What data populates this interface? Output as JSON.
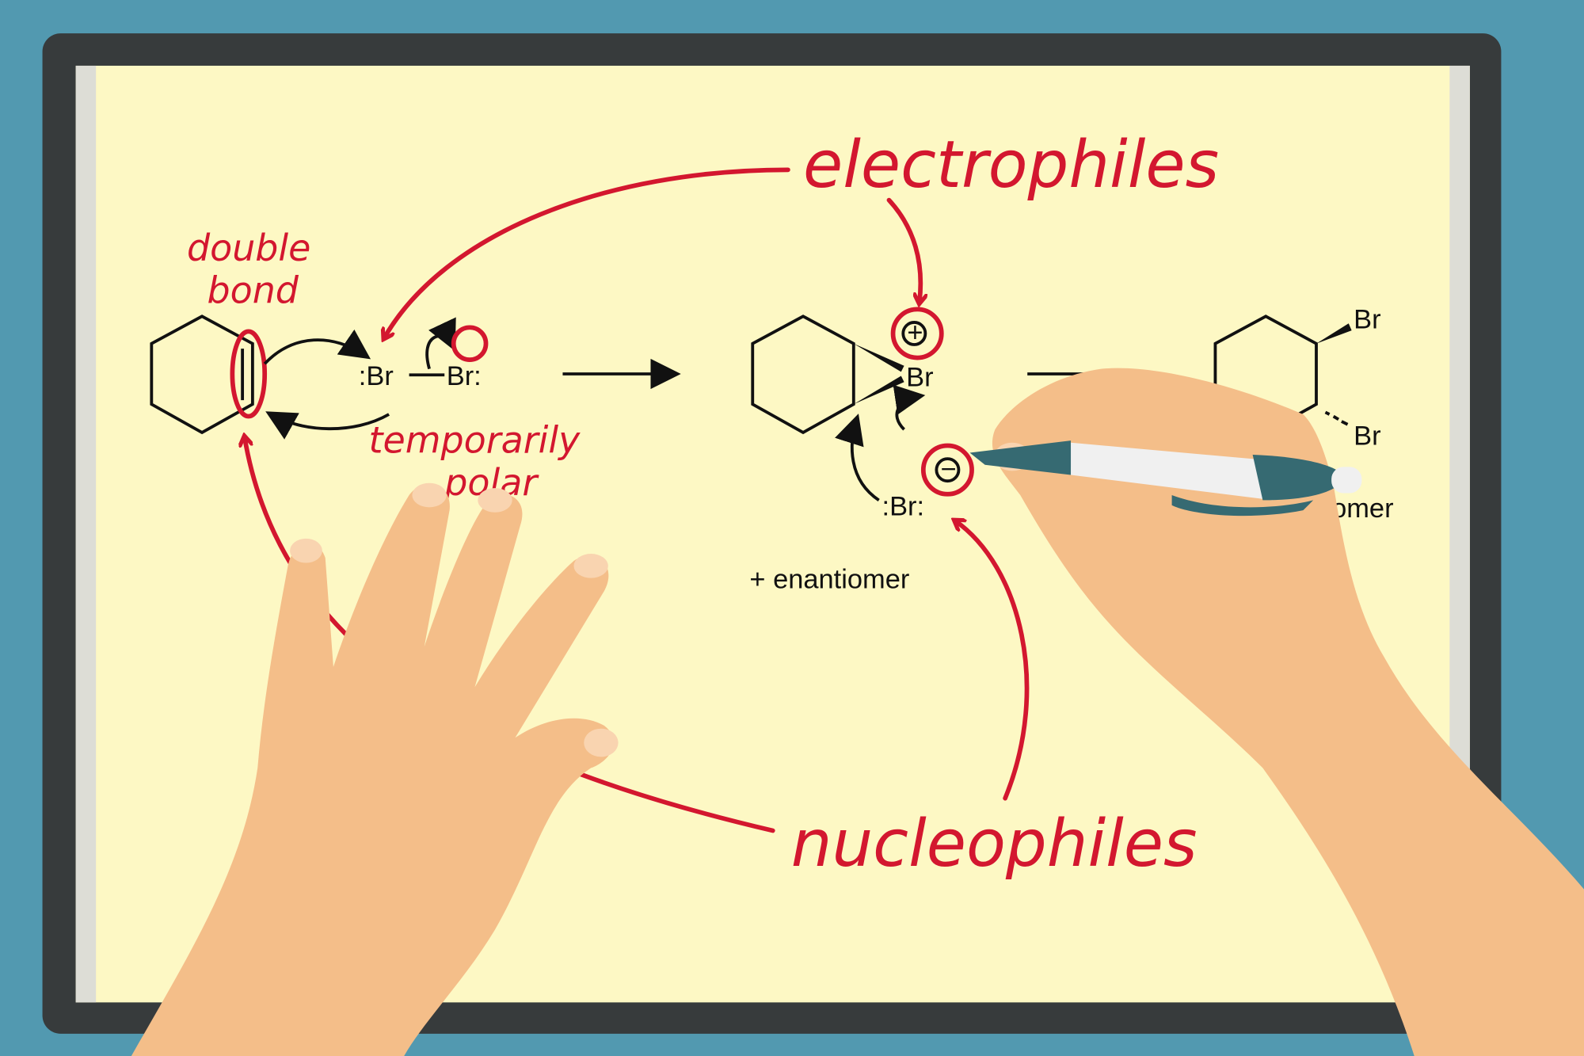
{
  "colors": {
    "background": "#5299B0",
    "tablet_frame": "#373B3C",
    "screen": "#FDF8C4",
    "annotation_red": "#D3172F",
    "skin": "#F4BE89",
    "pen_body": "#F0F0F0",
    "pen_grip": "#366A72"
  },
  "annotations": {
    "electrophiles": "electrophiles",
    "nucleophiles": "nucleophiles",
    "double_bond_line1": "double",
    "double_bond_line2": "bond",
    "temporarily_polar_line1": "temporarily",
    "temporarily_polar_line2": "polar"
  },
  "reaction": {
    "reactant_br_left": ":Br",
    "reactant_br_right": "Br:",
    "bromonium_br": "Br",
    "bromide_br": ":Br:",
    "plus_charge": "+",
    "minus_charge": "−",
    "enantiomer_label": "+ enantiomer",
    "product_br_top": "Br",
    "product_br_bottom": "Br",
    "product_enantiomer_partial": "omer"
  },
  "icons": [
    "tablet",
    "left-hand",
    "right-hand",
    "pen"
  ]
}
